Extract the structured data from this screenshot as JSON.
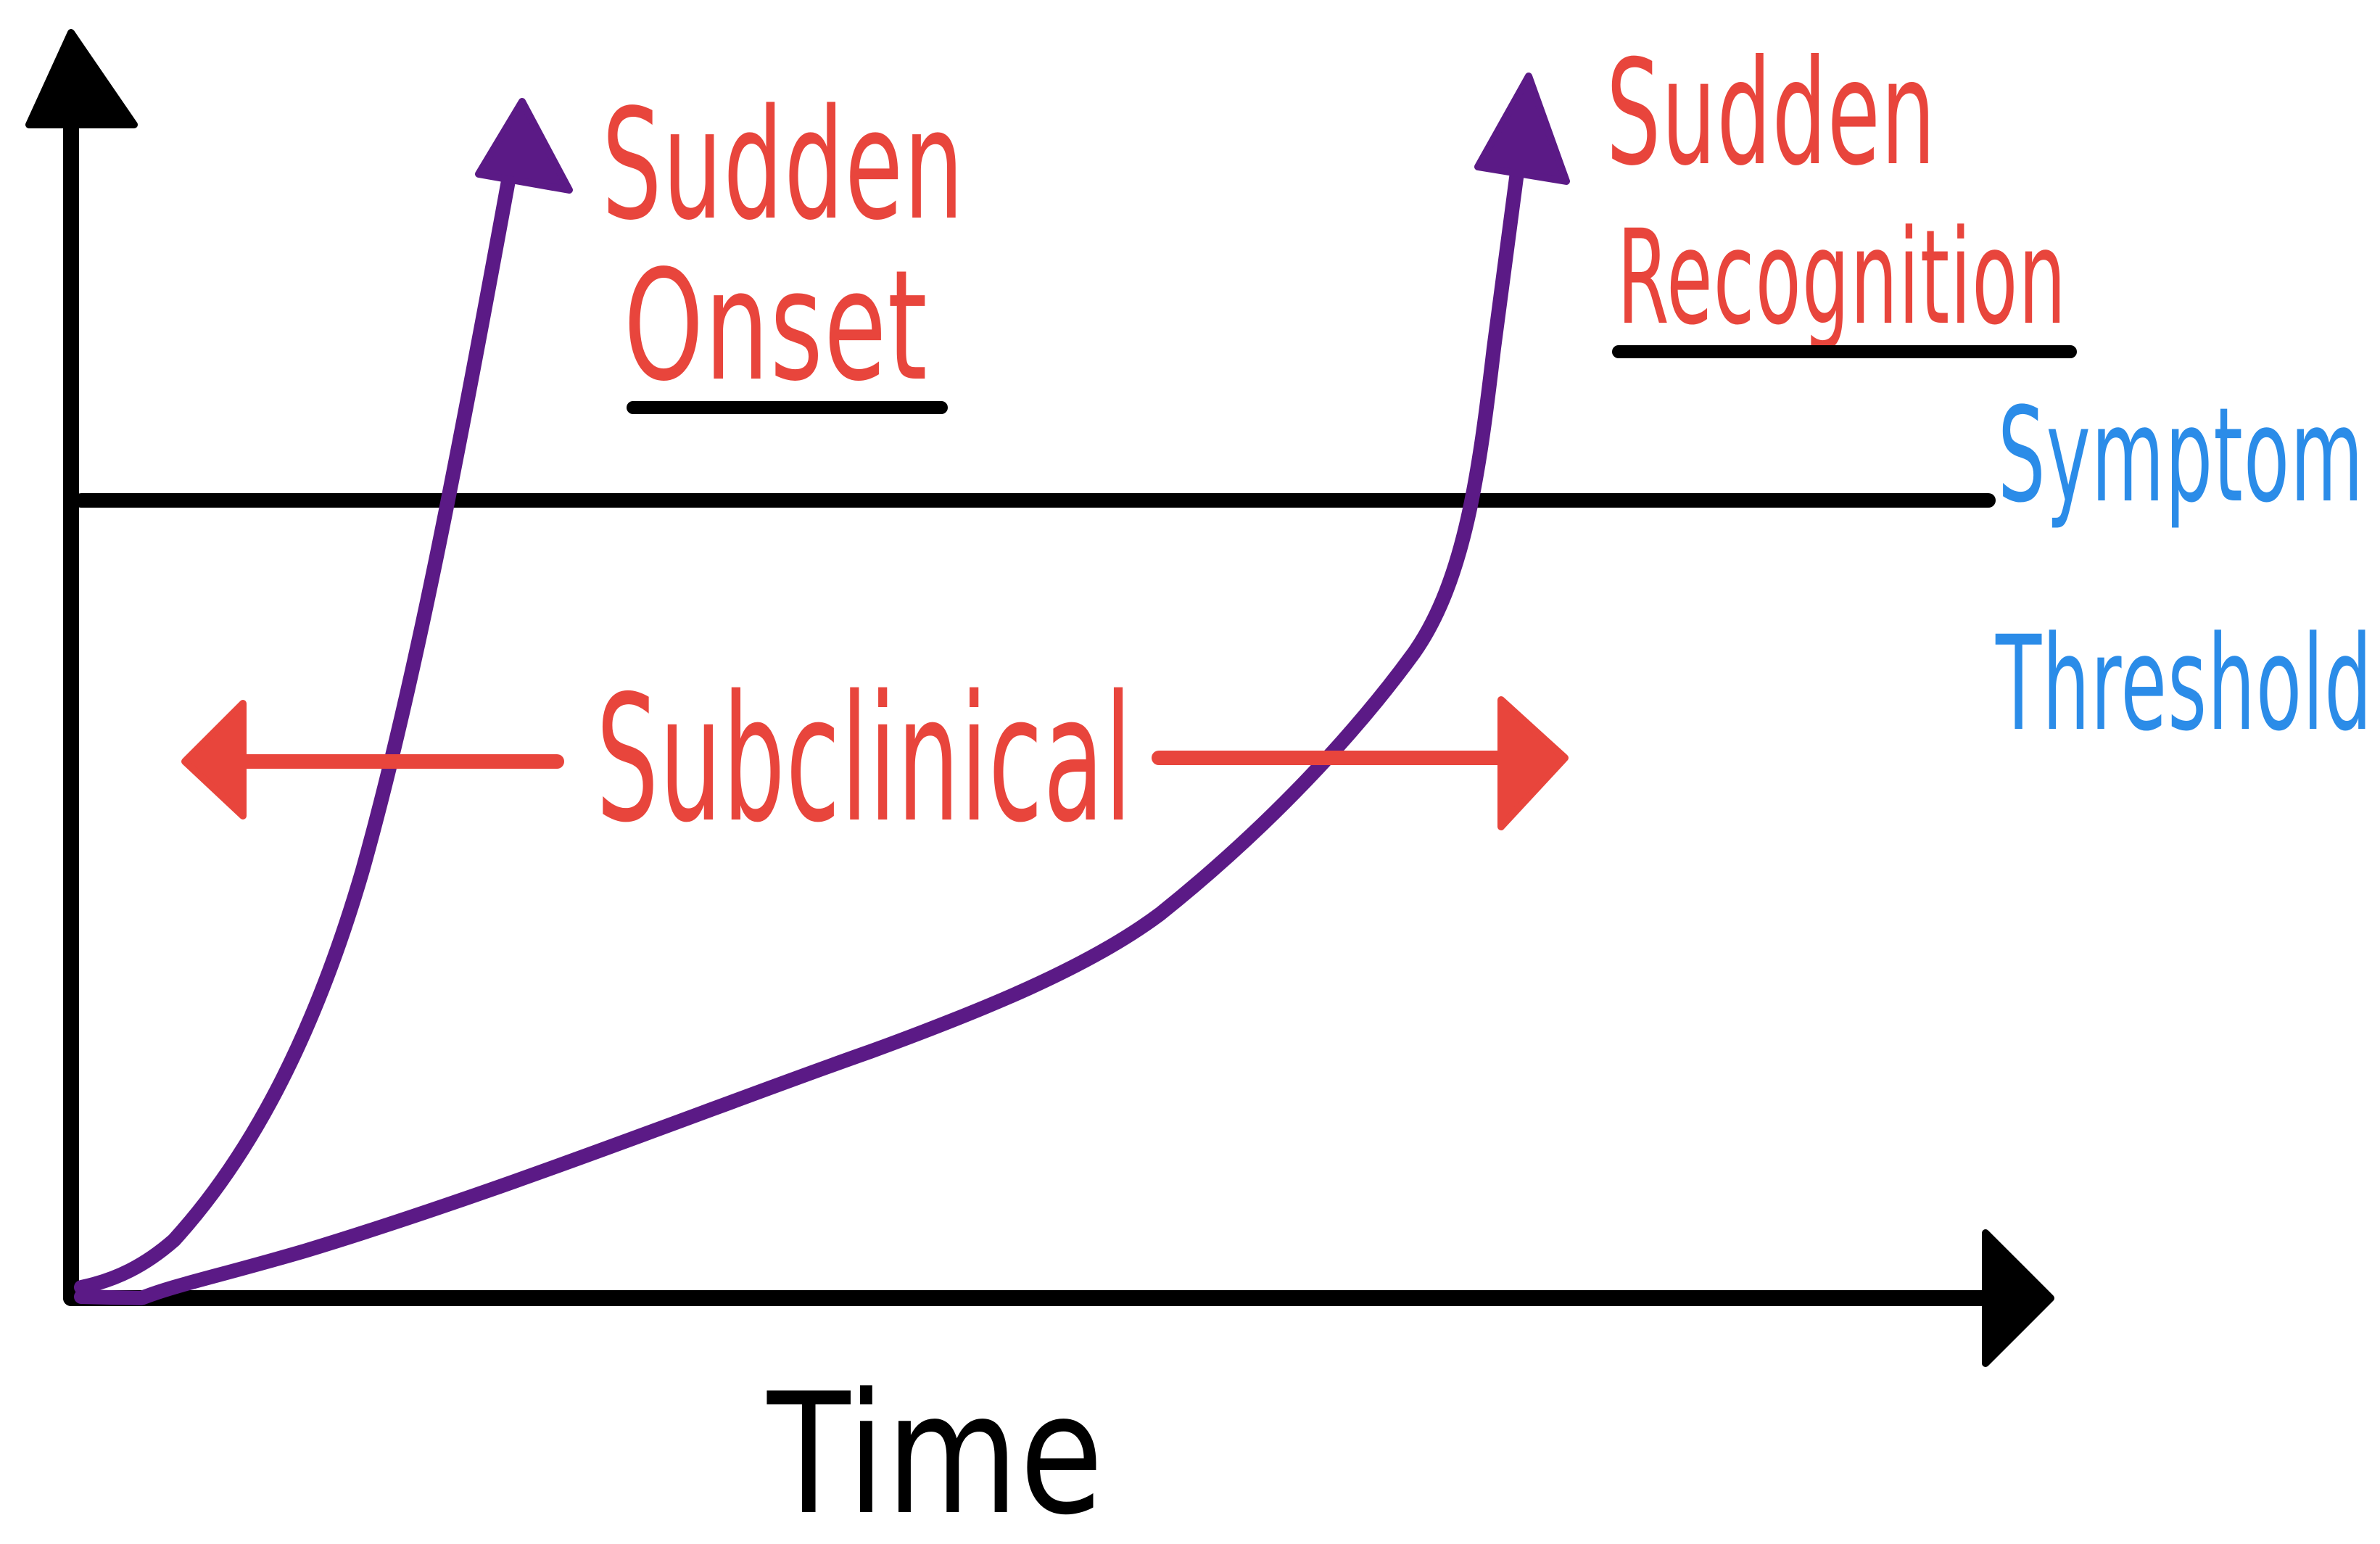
{
  "diagram": {
    "labels": {
      "sudden_onset_line1": "Sudden",
      "sudden_onset_line2": "Onset",
      "sudden_recognition_line1": "Sudden",
      "sudden_recognition_line2": "Recognition",
      "symptom_threshold_line1": "Symptom",
      "symptom_threshold_line2": "Threshold",
      "subclinical": "Subclinical",
      "x_axis": "Time"
    },
    "colors": {
      "axis": "#000000",
      "threshold": "#000000",
      "curve": "#5b1a86",
      "annotation_red": "#e8453c",
      "annotation_blue": "#2b8ce8",
      "background": "#ffffff"
    }
  }
}
